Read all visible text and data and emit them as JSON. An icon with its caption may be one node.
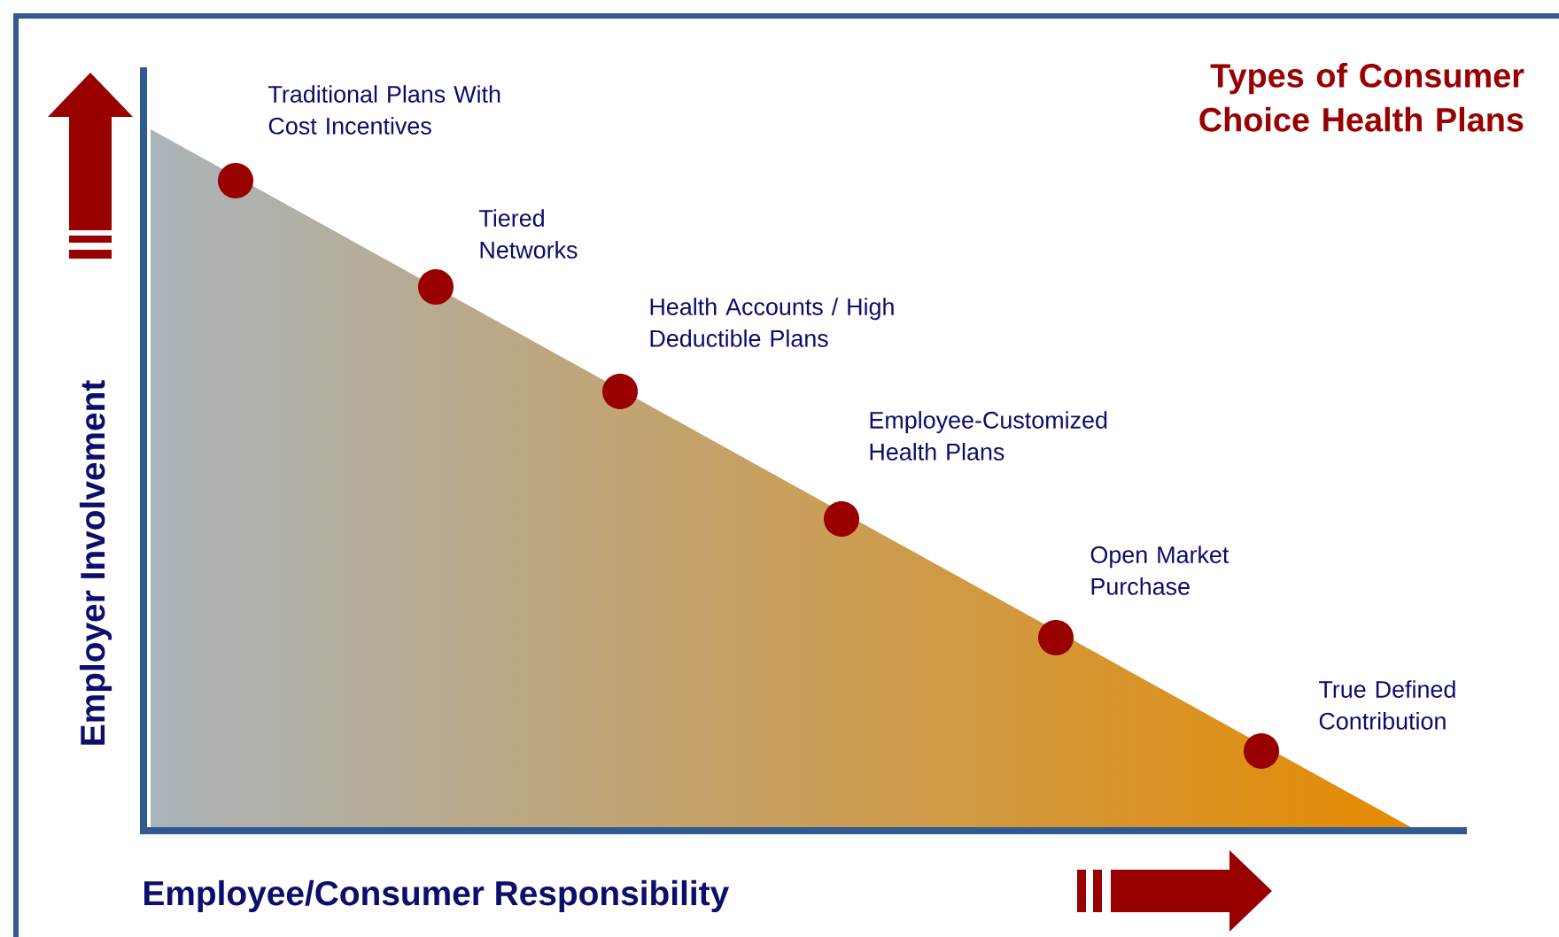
{
  "diagram": {
    "title": "Types of Consumer Choice Health Plans",
    "nodes": [
      {
        "text": [],
        "shape": "circle",
        "beside": [
          "Traditional Plans With Cost Incentives"
        ]
      },
      {
        "text": [],
        "shape": "circle",
        "beside": [
          "Tiered Networks"
        ]
      },
      {
        "text": [],
        "shape": "circle",
        "beside": [
          "Health Accounts / High Deductible Plans"
        ]
      },
      {
        "text": [],
        "shape": "circle",
        "beside": [
          "Employee-Customized Health Plans"
        ]
      },
      {
        "text": [],
        "shape": "circle",
        "beside": [
          "Open Market Purchase"
        ]
      },
      {
        "text": [],
        "shape": "circle",
        "beside": [
          "True Defined Contribution"
        ]
      }
    ],
    "labels": [
      "Employer Involvement",
      "Employee/Consumer Responsibility"
    ]
  }
}
